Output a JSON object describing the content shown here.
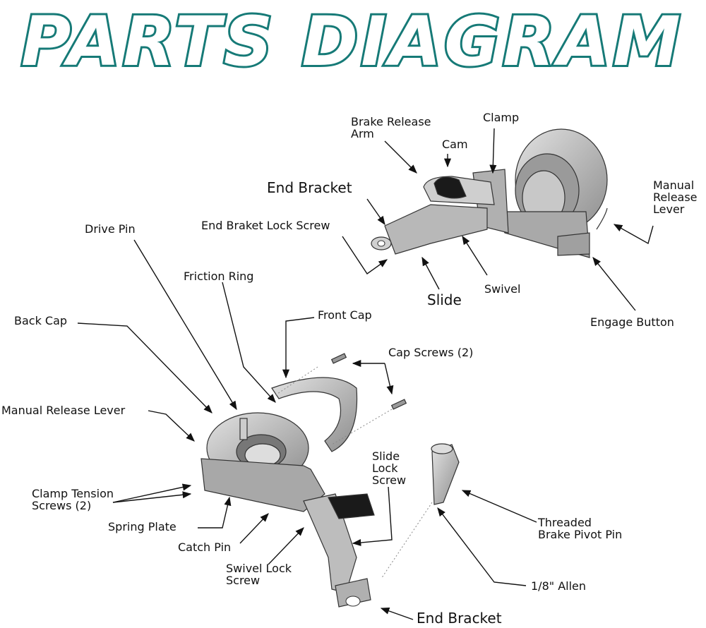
{
  "title": "PARTS DIAGRAM",
  "colors": {
    "title_outline": "#167a77",
    "part_fill": "#b9b9b9",
    "dark_part": "#1a1a1a"
  },
  "top_assembly": {
    "brake_release_arm": [
      "Brake Release",
      "Arm"
    ],
    "clamp": "Clamp",
    "cam": "Cam",
    "end_bracket": "End Bracket",
    "manual_release_lever": [
      "Manual",
      "Release",
      "Lever"
    ],
    "end_braket_lock_screw": "End Braket Lock Screw",
    "slide": "Slide",
    "swivel": "Swivel",
    "engage_button": "Engage Button"
  },
  "exploded_assembly": {
    "drive_pin": "Drive Pin",
    "friction_ring": "Friction Ring",
    "front_cap": "Front Cap",
    "back_cap": "Back Cap",
    "cap_screws": "Cap Screws (2)",
    "manual_release_lever": "Manual Release Lever",
    "slide_lock_screw": [
      "Slide",
      "Lock",
      "Screw"
    ],
    "clamp_tension_screws": [
      "Clamp Tension",
      "Screws (2)"
    ],
    "spring_plate": "Spring Plate",
    "threaded_brake_pivot_pin": [
      "Threaded",
      "Brake Pivot Pin"
    ],
    "catch_pin": "Catch Pin",
    "swivel_lock_screw": [
      "Swivel Lock",
      "Screw"
    ],
    "allen": "1/8\" Allen",
    "end_bracket": "End Bracket"
  }
}
